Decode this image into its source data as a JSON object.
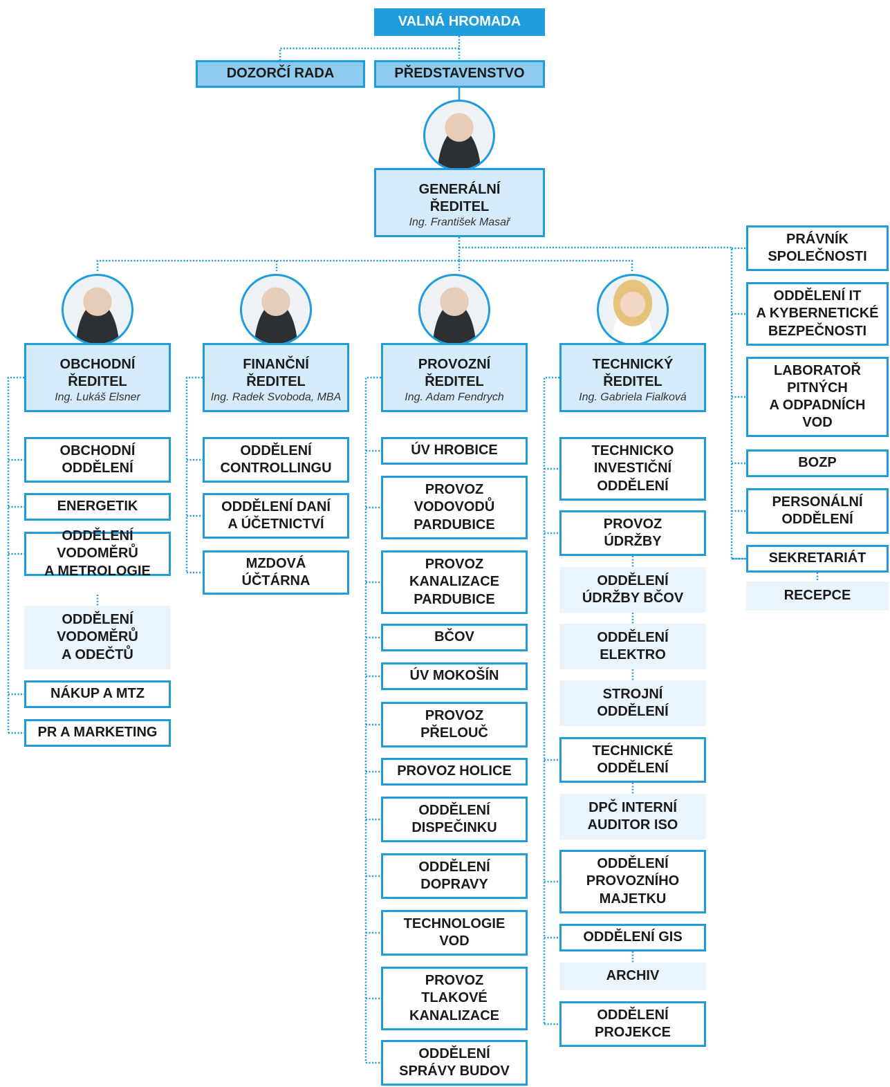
{
  "colors": {
    "accent": "#1e9cdc",
    "director_fill": "#d6ebf9",
    "soft_fill": "#eaf4fc",
    "board_fill": "#8ecbef"
  },
  "top": "VALNÁ HROMADA",
  "dozorci": "DOZORČÍ RADA",
  "predstavenstvo": "PŘEDSTAVENSTVO",
  "gen": {
    "title": "GENERÁLNÍ\nŘEDITEL",
    "name": "Ing. František Masař"
  },
  "directors": [
    {
      "title": "OBCHODNÍ\nŘEDITEL",
      "name": "Ing. Lukáš Elsner"
    },
    {
      "title": "FINANČNÍ\nŘEDITEL",
      "name": "Ing. Radek Svoboda, MBA"
    },
    {
      "title": "PROVOZNÍ\nŘEDITEL",
      "name": "Ing. Adam Fendrych"
    },
    {
      "title": "TECHNICKÝ\nŘEDITEL",
      "name": "Ing. Gabriela Fialková"
    }
  ],
  "obchodni": [
    "OBCHODNÍ\nODDĚLENÍ",
    "ENERGETIK",
    "ODDĚLENÍ\nVODOMĚRŮ\nA METROLOGIE",
    "ODDĚLENÍ\nVODOMĚRŮ\nA ODEČTŮ",
    "NÁKUP A MTZ",
    "PR A MARKETING"
  ],
  "financni": [
    "ODDĚLENÍ\nCONTROLLINGU",
    "ODDĚLENÍ DANÍ\nA ÚČETNICTVÍ",
    "MZDOVÁ\nÚČTÁRNA"
  ],
  "provozni": [
    "ÚV HROBICE",
    "PROVOZ\nVODOVODŮ\nPARDUBICE",
    "PROVOZ\nKANALIZACE\nPARDUBICE",
    "BČOV",
    "ÚV MOKOŠÍN",
    "PROVOZ\nPŘELOUČ",
    "PROVOZ HOLICE",
    "ODDĚLENÍ\nDISPEČINKU",
    "ODDĚLENÍ\nDOPRAVY",
    "TECHNOLOGIE\nVOD",
    "PROVOZ\nTLAKOVÉ\nKANALIZACE",
    "ODDĚLENÍ\nSPRÁVY BUDOV"
  ],
  "technicky": [
    "TECHNICKO\nINVESTIČNÍ\nODDĚLENÍ",
    "PROVOZ\nÚDRŽBY",
    "ODDĚLENÍ\nÚDRŽBY BČOV",
    "ODDĚLENÍ\nELEKTRO",
    "STROJNÍ\nODDĚLENÍ",
    "TECHNICKÉ\nODDĚLENÍ",
    "DPČ INTERNÍ\nAUDITOR ISO",
    "ODDĚLENÍ\nPROVOZNÍHO\nMAJETKU",
    "ODDĚLENÍ  GIS",
    "ARCHIV",
    "ODDĚLENÍ\nPROJEKCE"
  ],
  "staff": [
    "PRÁVNÍK\nSPOLEČNOSTI",
    "ODDĚLENÍ IT\nA KYBERNETICKÉ\nBEZPEČNOSTI",
    "LABORATOŘ\nPITNÝCH\nA ODPADNÍCH\nVOD",
    "BOZP",
    "PERSONÁLNÍ\nODDĚLENÍ",
    "SEKRETARIÁT",
    "RECEPCE"
  ]
}
